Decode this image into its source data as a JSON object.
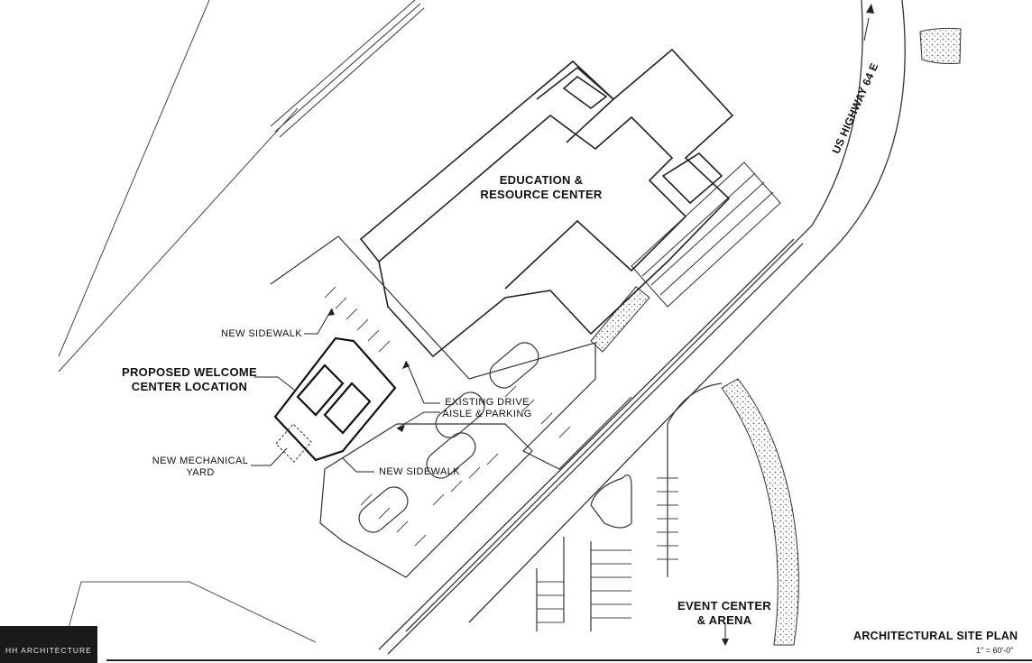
{
  "sheet": {
    "title": "ARCHITECTURAL SITE PLAN",
    "scale": "1\" = 60'-0\"",
    "logo_text": "HH ARCHITECTURE"
  },
  "labels": {
    "education_line1": "EDUCATION &",
    "education_line2": "RESOURCE CENTER",
    "welcome_line1": "PROPOSED WELCOME",
    "welcome_line2": "CENTER LOCATION",
    "new_sidewalk_top": "NEW SIDEWALK",
    "new_sidewalk_bottom": "NEW SIDEWALK",
    "mechanical_line1": "NEW MECHANICAL",
    "mechanical_line2": "YARD",
    "drive_line1": "EXISTING DRIVE",
    "drive_line2": "AISLE & PARKING",
    "event_line1": "EVENT CENTER",
    "event_line2": "& ARENA",
    "highway": "US HIGHWAY 64 E"
  },
  "colors": {
    "linework": "#2a2a2a",
    "hatch": "#777777",
    "logo_bg": "#1a1a1a"
  }
}
